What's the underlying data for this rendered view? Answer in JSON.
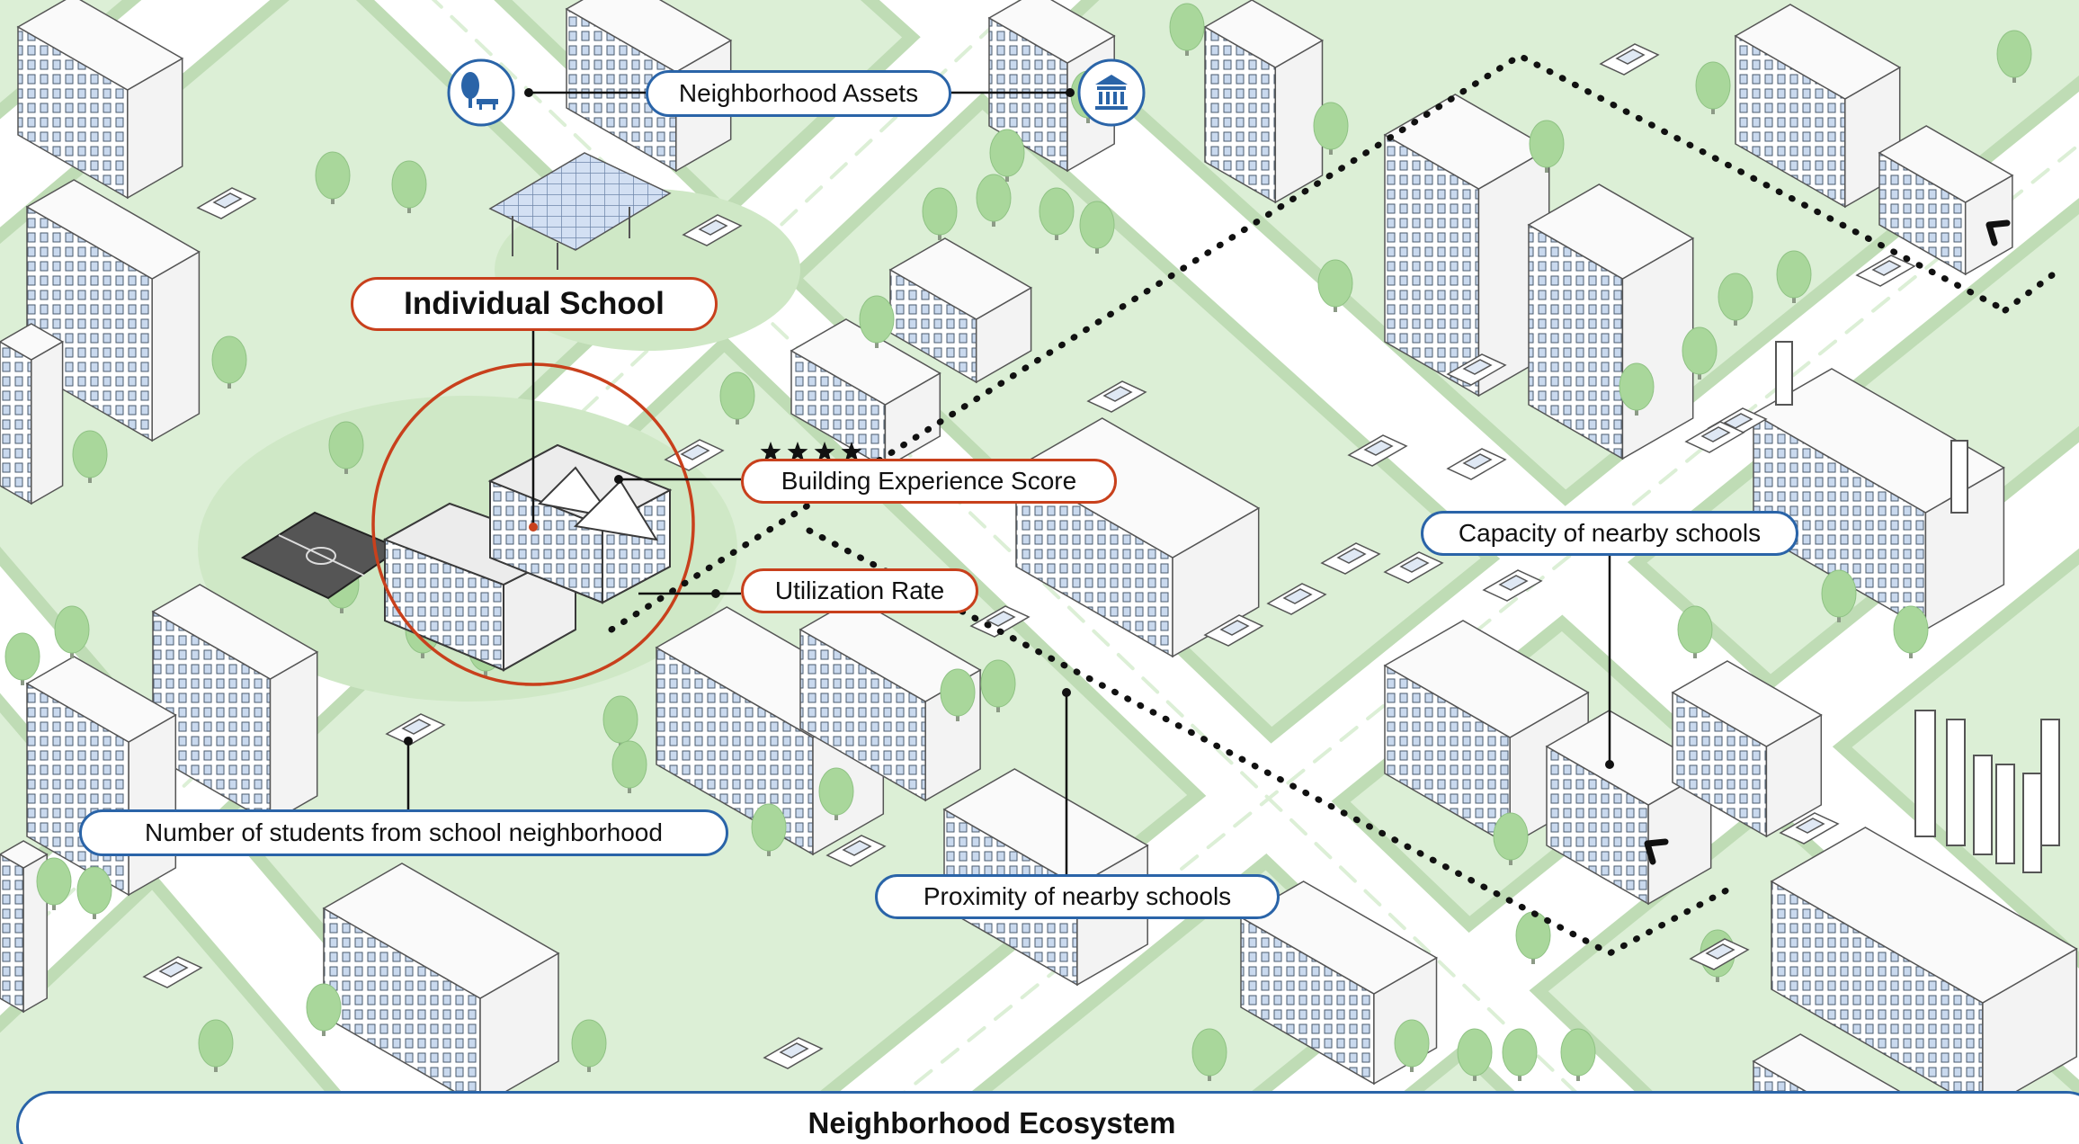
{
  "diagram": {
    "focus_label": "Individual School",
    "school_metrics": [
      {
        "id": "experience",
        "label": "Building Experience Score",
        "rating_stars": 4
      },
      {
        "id": "utilization",
        "label": "Utilization Rate"
      }
    ],
    "neighborhood_factors": [
      {
        "id": "assets",
        "label": "Neighborhood Assets",
        "icons": [
          "park-tree-bench-icon",
          "museum-building-icon"
        ]
      },
      {
        "id": "capacity",
        "label": "Capacity of nearby schools"
      },
      {
        "id": "proximity",
        "label": "Proximity of nearby schools"
      },
      {
        "id": "students",
        "label": "Number of students from school neighborhood"
      }
    ],
    "ecosystem_label": "Neighborhood Ecosystem"
  },
  "colors": {
    "school_accent": "#c8401c",
    "neighborhood_accent": "#2a64a8",
    "green_space": "#dcefd6",
    "tree": "#a9d79b",
    "road": "#ffffff",
    "building_outline": "#555555",
    "window": "#c9d9ee"
  }
}
